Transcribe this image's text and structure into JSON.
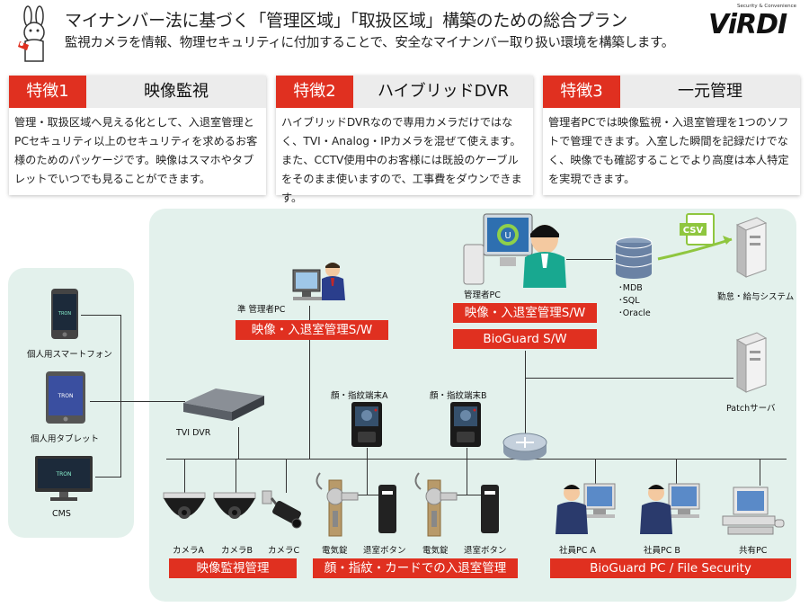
{
  "header": {
    "title": "マイナンバー法に基づく「管理区域」「取扱区域」構築のための総合プラン",
    "subtitle": "監視カメラを情報、物理セキュリティに付加することで、安全なマイナンバー取り扱い環境を構築します。",
    "logo": "ViRDI",
    "logo_tagline": "Security & Convenience"
  },
  "features": [
    {
      "tag": "特徴1",
      "heading": "映像監視",
      "body": "管理・取扱区域へ見える化として、入退室管理とPCセキュリティ以上のセキュリティを求めるお客様のためのパッケージです。映像はスマホやタブレットでいつでも見ることができます。"
    },
    {
      "tag": "特徴2",
      "heading": "ハイブリッドDVR",
      "body": "ハイブリッドDVRなので専用カメラだけではなく、TVI・Analog・IPカメラを混ぜて使えます。また、CCTV使用中のお客様には既設のケーブルをそのまま使いますので、工事費をダウンできます。"
    },
    {
      "tag": "特徴3",
      "heading": "一元管理",
      "body": "管理者PCでは映像監視・入退室管理を1つのソフトで管理できます。入室した瞬間を記録だけでなく、映像でも確認することでより高度は本人特定を実現できます。"
    }
  ],
  "diagram": {
    "screen_brand": "TRON",
    "csv": "CSV",
    "devices": {
      "smartphone": "個人用スマートフォン",
      "tablet": "個人用タブレット",
      "cms": "CMS",
      "tvi_dvr": "TVI DVR",
      "sub_admin_pc": "準 管理者PC",
      "admin_pc": "管理者PC",
      "db_list": [
        "･MDB",
        "･SQL",
        "･Oracle"
      ],
      "attendance": "勤怠・給与システム",
      "patch_server": "Patchサーバ",
      "terminal_a": "顔・指紋端末A",
      "terminal_b": "顔・指紋端末B",
      "camera_a": "カメラA",
      "camera_b": "カメラB",
      "camera_c": "カメラC",
      "lock_1": "電気錠",
      "exit_button_1": "退室ボタン",
      "lock_2": "電気錠",
      "exit_button_2": "退室ボタン",
      "employee_pc_a": "社員PC A",
      "employee_pc_b": "社員PC B",
      "shared_pc": "共有PC"
    },
    "labels": {
      "video_access_sw_1": "映像・入退室管理S/W",
      "video_access_sw_2": "映像・入退室管理S/W",
      "bioguard_sw": "BioGuard S/W",
      "video_monitoring": "映像監視管理",
      "access_management": "顔・指紋・カードでの入退室管理",
      "bioguard_pc": "BioGuard PC / File Security"
    },
    "colors": {
      "accent": "#e03020",
      "panel": "#e3f1ec"
    }
  }
}
